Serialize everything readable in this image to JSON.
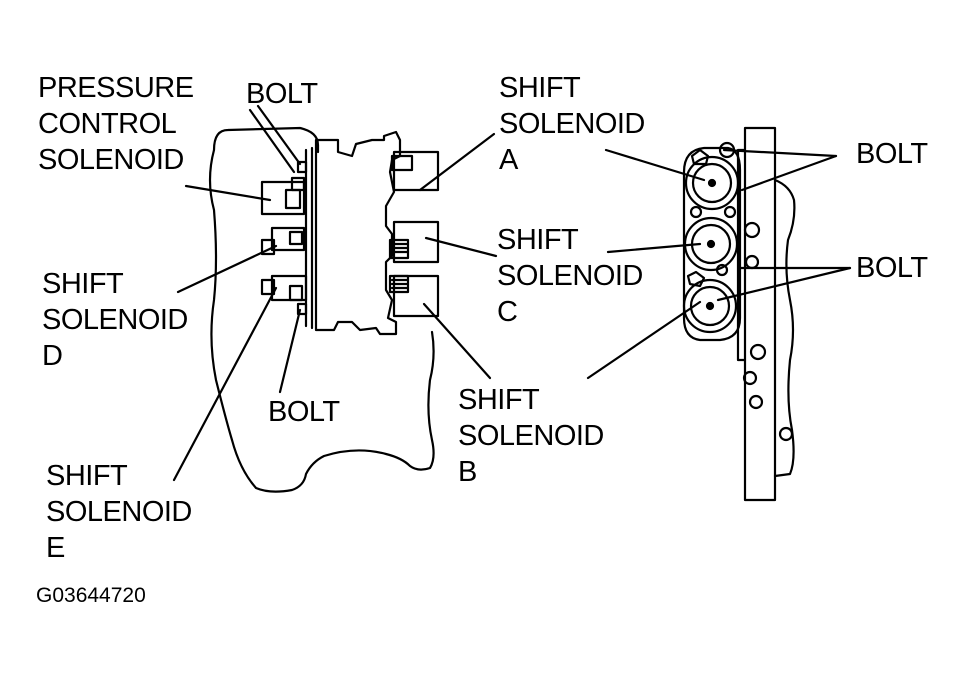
{
  "labels": {
    "pressure_control_solenoid": [
      "PRESSURE",
      "CONTROL",
      "SOLENOID"
    ],
    "bolt_top": "BOLT",
    "shift_solenoid_a": [
      "SHIFT",
      "SOLENOID",
      "A"
    ],
    "shift_solenoid_c": [
      "SHIFT",
      "SOLENOID",
      "C"
    ],
    "shift_solenoid_d": [
      "SHIFT",
      "SOLENOID",
      "D"
    ],
    "bolt_lower": "BOLT",
    "shift_solenoid_b": [
      "SHIFT",
      "SOLENOID",
      "B"
    ],
    "shift_solenoid_e": [
      "SHIFT",
      "SOLENOID",
      "E"
    ],
    "bolt_right_upper": "BOLT",
    "bolt_right_lower": "BOLT"
  },
  "figure_code": "G03644720"
}
